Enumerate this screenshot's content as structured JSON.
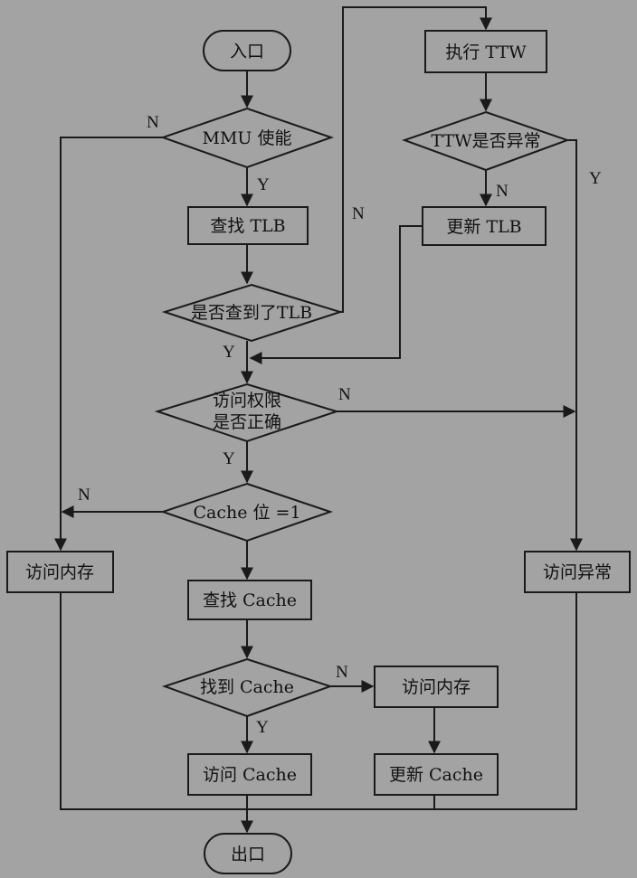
{
  "nodes": {
    "entry": "入口",
    "mmu_enabled": "MMU 使能",
    "find_tlb": "查找 TLB",
    "tlb_hit": "是否查到了TLB",
    "exec_ttw": "执行 TTW",
    "ttw_exception": "TTW是否异常",
    "update_tlb": "更新 TLB",
    "access_perm_1": "访问权限",
    "access_perm_2": "是否正确",
    "cache_bit": "Cache 位 =1",
    "access_memory_left": "访问内存",
    "access_exception": "访问异常",
    "find_cache": "查找 Cache",
    "cache_found": "找到 Cache",
    "access_memory_right": "访问内存",
    "access_cache": "访问 Cache",
    "update_cache": "更新 Cache",
    "exit": "出口"
  },
  "edge_labels": {
    "mmu_no": "N",
    "mmu_yes": "Y",
    "tlb_no": "N",
    "tlb_yes": "Y",
    "ttw_yes": "Y",
    "ttw_no": "N",
    "perm_no": "N",
    "perm_yes": "Y",
    "cache_bit_no": "N",
    "cache_found_no": "N",
    "cache_found_yes": "Y"
  }
}
